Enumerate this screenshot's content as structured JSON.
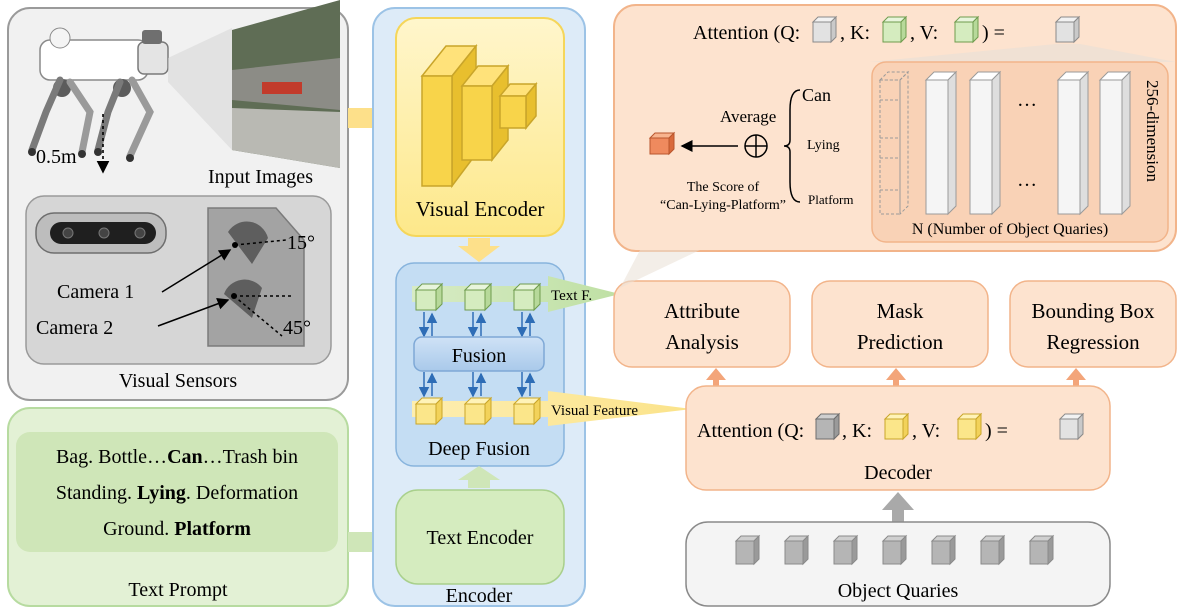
{
  "input": {
    "height_label": "0.5m",
    "images_label": "Input Images",
    "angle_1": "15°",
    "angle_2": "45°",
    "camera_1": "Camera 1",
    "camera_2": "Camera 2",
    "sensors_label": "Visual Sensors"
  },
  "prompt": {
    "line1": [
      "Bag. Bottle…",
      "Can",
      "…Trash bin"
    ],
    "line2": [
      "Standing. ",
      "Lying",
      ". Deformation"
    ],
    "line3": [
      "Ground. ",
      "Platform"
    ],
    "label": "Text Prompt"
  },
  "encoder": {
    "visual_encoder": "Visual Encoder",
    "fusion": "Fusion",
    "deep_fusion": "Deep Fusion",
    "text_encoder": "Text Encoder",
    "label": "Encoder",
    "text_feature": "Text F.",
    "visual_feature": "Visual Feature"
  },
  "attention_top": {
    "prefix": "Attention (Q:",
    "k": ", K:",
    "v": ", V:",
    "suffix": ") =",
    "average": "Average",
    "can": "Can",
    "lying": "Lying",
    "platform": "Platform",
    "score_line1": "The Score of",
    "score_line2": "“Can-Lying-Platform”",
    "ellipsis": "…",
    "queries_caption": "N (Number of Object Quaries)",
    "dimension": "256-dimension"
  },
  "heads": {
    "attribute": [
      "Attribute",
      "Analysis"
    ],
    "mask": [
      "Mask",
      "Prediction"
    ],
    "bbox": [
      "Bounding Box",
      "Regression"
    ]
  },
  "decoder": {
    "prefix": "Attention (Q:",
    "k": ", K:",
    "v": ", V:",
    "suffix": ") =",
    "label": "Decoder"
  },
  "object_queries": {
    "label": "Object Quaries"
  },
  "colors": {
    "orange_fill": "#fde3cf",
    "orange_stroke": "#f2b48a",
    "green_fill": "#e3f1d5",
    "green_stroke": "#b7dba0",
    "blue_fill": "#ddebf8",
    "blue_stroke": "#9cc3e6",
    "yellow_fill": "#fdf1b8",
    "gray_fill": "#efefef"
  }
}
